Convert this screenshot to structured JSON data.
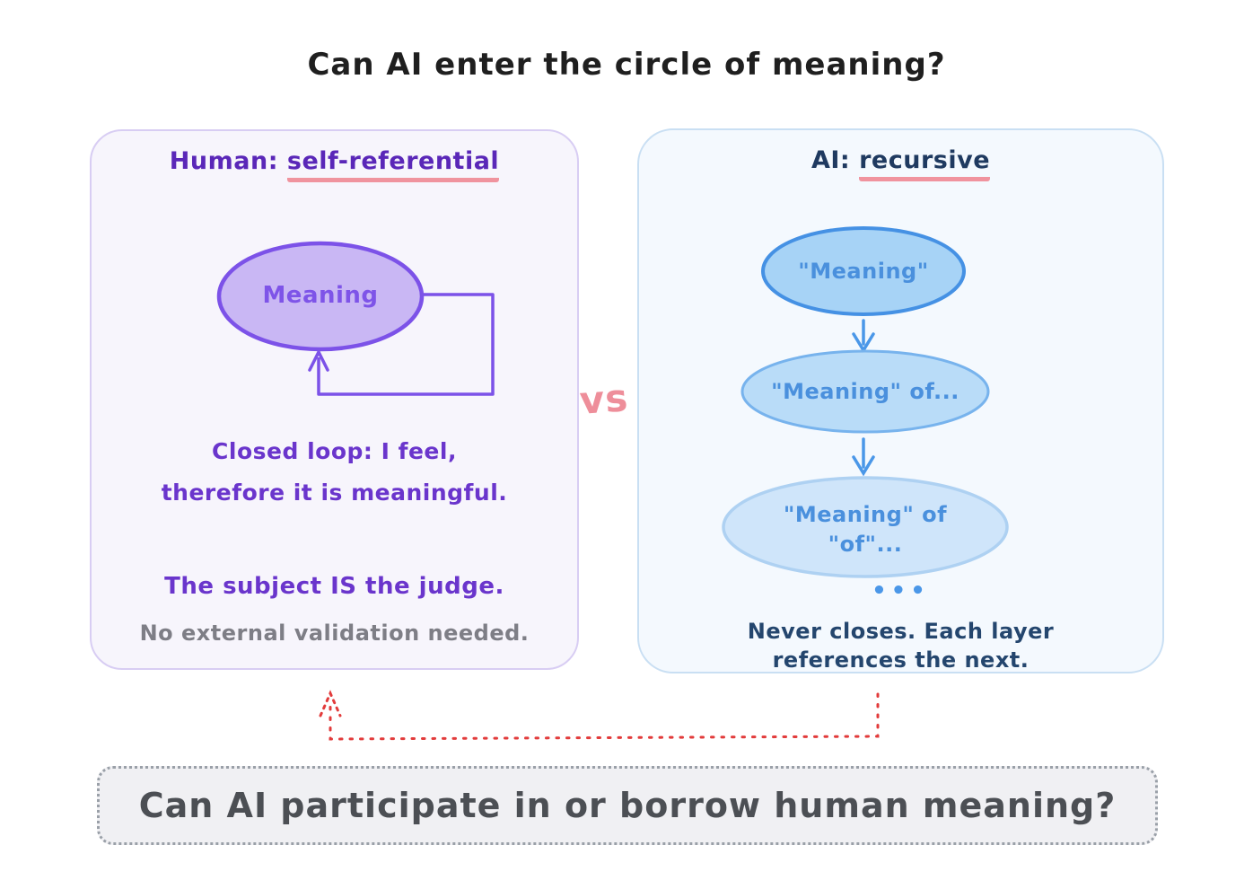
{
  "title": "Can AI enter the circle of meaning?",
  "vs_label": "vs",
  "left_panel": {
    "heading_prefix": "Human: ",
    "heading_highlight": "self-referential",
    "node_label": "Meaning",
    "caption_line1": "Closed loop: I feel,",
    "caption_line2": "therefore it is meaningful.",
    "statement": "The subject IS the judge.",
    "note": "No external validation needed."
  },
  "right_panel": {
    "heading_prefix": "AI: ",
    "heading_highlight": "recursive",
    "nodes": [
      {
        "label": "\"Meaning\""
      },
      {
        "label": "\"Meaning\" of..."
      },
      {
        "line1": "\"Meaning\" of",
        "line2": "\"of\"..."
      }
    ],
    "ellipsis": "•••",
    "caption_line1": "Never closes. Each layer",
    "caption_line2": "references the next."
  },
  "bottom_question": "Can AI participate in or borrow human meaning?",
  "colors": {
    "purple_text": "#6a35cc",
    "purple_heading": "#5a27b8",
    "purple_node_fill": "#c9b7f4",
    "purple_node_stroke": "#7c52e8",
    "navy_heading": "#1f3a60",
    "blue_node1_fill": "#a7d3f6",
    "blue_node1_stroke": "#4591e4",
    "blue_node2_fill": "#b9dcf8",
    "blue_node2_stroke": "#77b3ed",
    "blue_node3_fill": "#cfe5fa",
    "blue_node3_stroke": "#aed1f2",
    "blue_text": "#4a90dd",
    "pink_underline": "#f0939e",
    "vs_color": "#ee8e9a",
    "red_connector": "#e23b3b",
    "gray_note": "#7e7e86",
    "left_panel_bg": "#f7f5fc",
    "right_panel_bg": "#f4f9fe",
    "question_box_bg": "#f0f0f3"
  }
}
